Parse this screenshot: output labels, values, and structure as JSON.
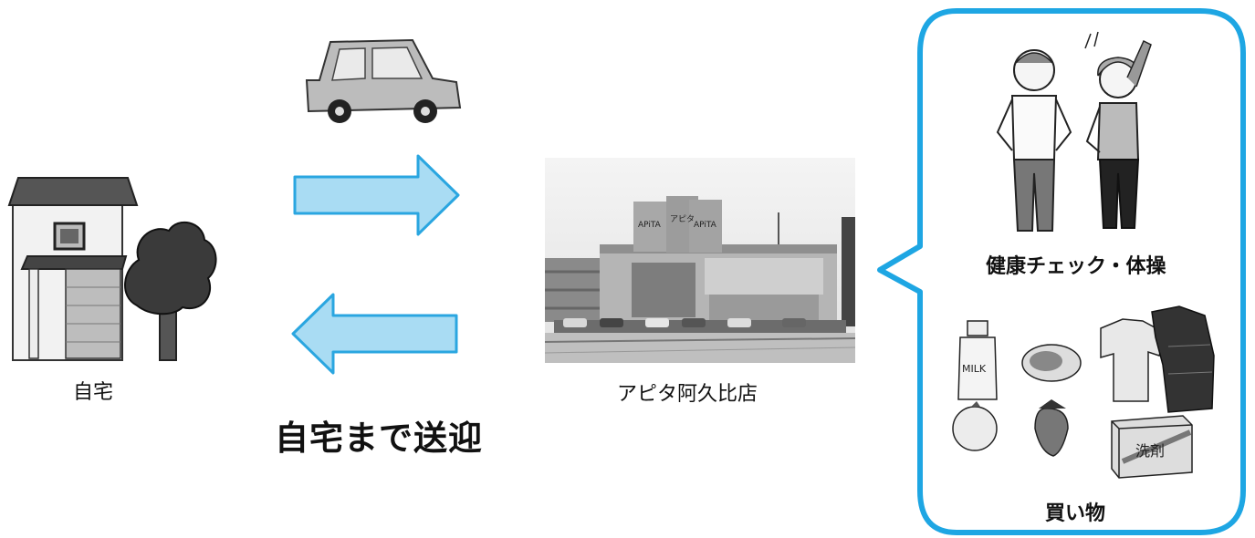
{
  "labels": {
    "home": "自宅",
    "transport": "自宅まで送迎",
    "store": "アピタ阿久比店",
    "health": "健康チェック・体操",
    "shopping": "買い物"
  },
  "store_signs": [
    "APiTA",
    "アピタ",
    "APiTA"
  ],
  "illustration_texts": {
    "milk": "MILK",
    "detergent": "洗剤"
  },
  "icons": [
    "house-icon",
    "tree-icon",
    "car-icon",
    "arrow-right-icon",
    "arrow-left-icon",
    "store-photo",
    "exercise-people-icon",
    "milk-bottle-icon",
    "meat-icon",
    "tshirt-icon",
    "jacket-icon",
    "orange-icon",
    "strawberry-icon",
    "detergent-box-icon"
  ],
  "colors": {
    "arrow_fill": "#a9dcf3",
    "arrow_stroke": "#2aa6e0",
    "bubble_border": "#1ea6e3"
  }
}
